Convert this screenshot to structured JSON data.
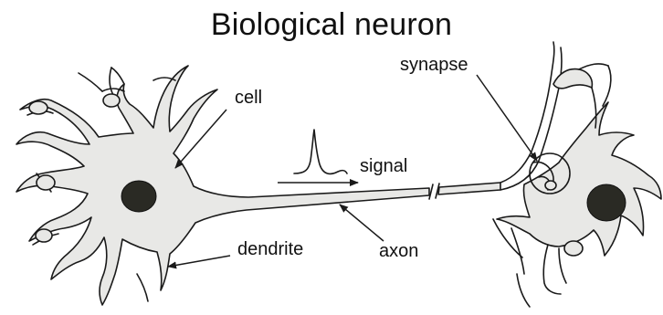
{
  "title": "Biological neuron",
  "labels": {
    "cell": "cell",
    "signal": "signal",
    "synapse": "synapse",
    "dendrite": "dendrite",
    "axon": "axon"
  },
  "colors": {
    "cell_fill": "#e8e8e6",
    "nucleus": "#2a2a24",
    "outline": "#1a1a1a"
  }
}
